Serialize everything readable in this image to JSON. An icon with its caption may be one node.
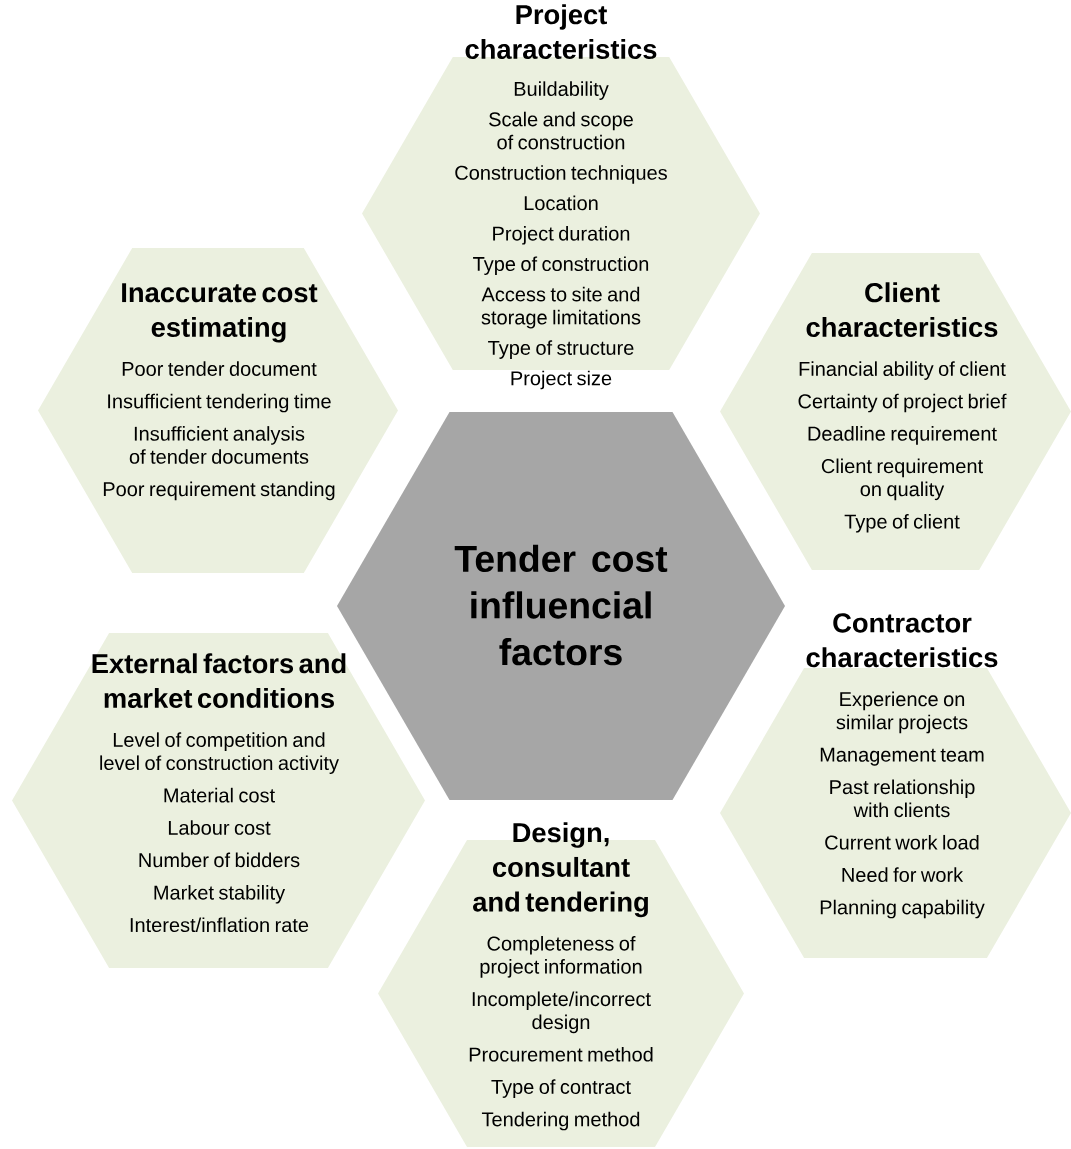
{
  "diagram": {
    "nodes": [
      {
        "text": [
          "Project characteristics",
          "Buildability",
          "Scale and scope of construction",
          "Construction techniques",
          "Location",
          "Project duration",
          "Type of construction",
          "Access to site and storage limitations",
          "Type of structure",
          "Project size"
        ]
      },
      {
        "text": [
          "Inaccurate cost estimating",
          "Poor tender document",
          "Insufficient tendering time",
          "Insufficient analysis of tender documents",
          "Poor requirement standing"
        ]
      },
      {
        "text": [
          "Client characteristics",
          "Financial ability of client",
          "Certainty of project brief",
          "Deadline requirement",
          "Client requirement on quality",
          "Type of client"
        ]
      },
      {
        "text": [
          "Tender cost influencial factors"
        ]
      },
      {
        "text": [
          "Contractor characteristics",
          "Experience on similar projects",
          "Management team",
          "Past relationship with clients",
          "Current work load",
          "Need for work",
          "Planning capability"
        ]
      },
      {
        "text": [
          "External factors and market conditions",
          "Level of competition and level of construction activity",
          "Material cost",
          "Labour cost",
          "Number of bidders",
          "Market stability",
          "Interest/inflation rate"
        ]
      },
      {
        "text": [
          "Design, consultant and tendering",
          "Completeness of project information",
          "Incomplete/incorrect design",
          "Procurement method",
          "Type of contract",
          "Tendering method"
        ]
      }
    ]
  }
}
